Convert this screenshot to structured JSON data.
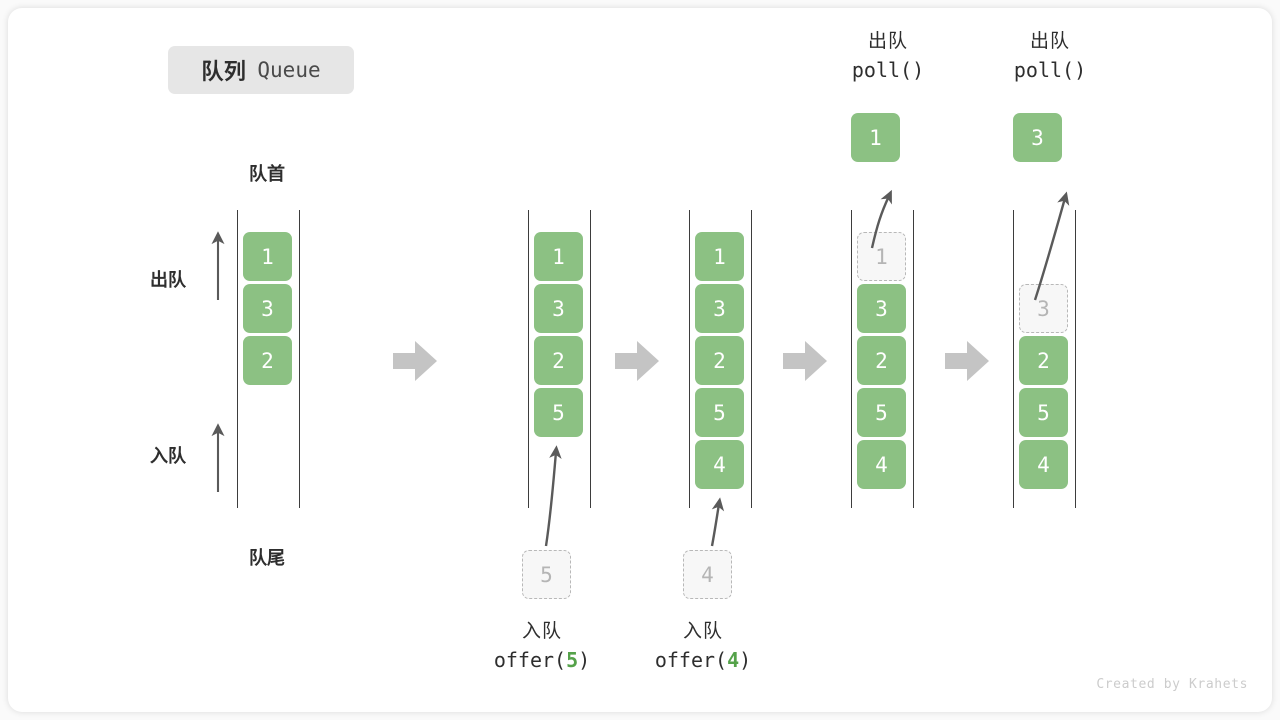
{
  "title": {
    "cn": "队列",
    "en": "Queue"
  },
  "labels": {
    "front": "队首",
    "rear": "队尾",
    "dequeue": "出队",
    "enqueue": "入队"
  },
  "watermark": "Created by Krahets",
  "colors": {
    "box_green": "#8cc183",
    "ghost_fill": "#f7f7f7",
    "ghost_border": "#b8b8b8",
    "ghost_text": "#b5b5b5",
    "rail": "#3d3d3d",
    "arrow_gray": "#c4c4c4",
    "curve_arrow": "#5a5a5a",
    "badge_bg": "#e6e6e6",
    "text": "#2e2e2e",
    "code_accent": "#55a24a"
  },
  "steps": [
    {
      "id": "initial",
      "items": [
        "1",
        "3",
        "2"
      ],
      "ghost_top": null,
      "ghost_bottom": null,
      "top_box": null,
      "top_caption": null,
      "bottom_caption": null
    },
    {
      "id": "offer-5",
      "items": [
        "1",
        "3",
        "2",
        "5"
      ],
      "ghost_top": null,
      "ghost_bottom": "5",
      "top_box": null,
      "top_caption": null,
      "bottom_caption": {
        "cn": "入队",
        "code_pre": "offer(",
        "code_num": "5",
        "code_post": ")"
      }
    },
    {
      "id": "offer-4",
      "items": [
        "1",
        "3",
        "2",
        "5",
        "4"
      ],
      "ghost_top": null,
      "ghost_bottom": "4",
      "top_box": null,
      "top_caption": null,
      "bottom_caption": {
        "cn": "入队",
        "code_pre": "offer(",
        "code_num": "4",
        "code_post": ")"
      }
    },
    {
      "id": "poll-1",
      "items": [
        "3",
        "2",
        "5",
        "4"
      ],
      "ghost_top": "1",
      "ghost_bottom": null,
      "top_box": "1",
      "top_caption": {
        "cn": "出队",
        "code": "poll()"
      },
      "bottom_caption": null
    },
    {
      "id": "poll-3",
      "items": [
        "2",
        "5",
        "4"
      ],
      "ghost_top": "3",
      "ghost_bottom": null,
      "top_box": "3",
      "top_caption": {
        "cn": "出队",
        "code": "poll()"
      },
      "bottom_caption": null
    }
  ]
}
